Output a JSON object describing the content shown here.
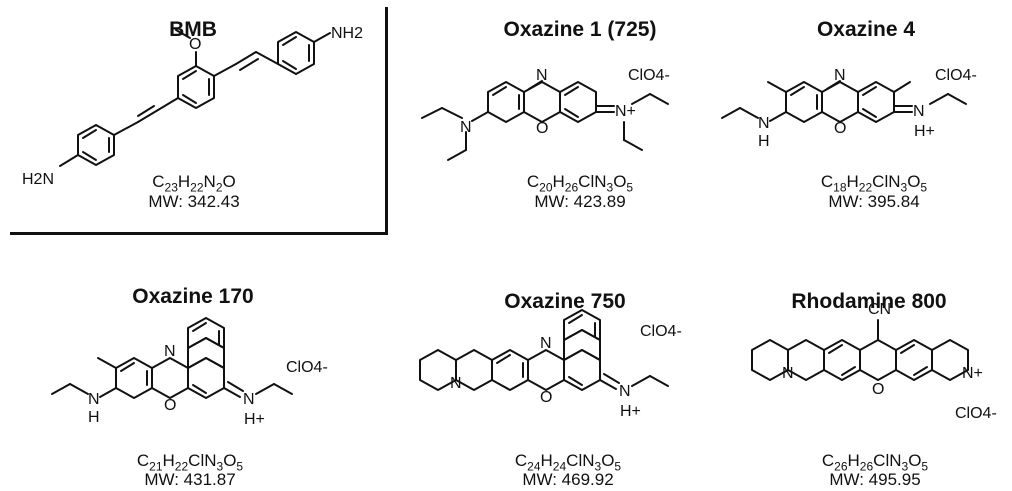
{
  "compounds": [
    {
      "name": "BMB",
      "formula": [
        "C",
        "23",
        "H",
        "22",
        "N",
        "2",
        "O"
      ],
      "mw": "MW: 342.43"
    },
    {
      "name": "Oxazine 1 (725)",
      "formula": [
        "C",
        "20",
        "H",
        "26",
        "ClN",
        "3",
        "O",
        "5"
      ],
      "mw": "MW: 423.89"
    },
    {
      "name": "Oxazine 4",
      "formula": [
        "C",
        "18",
        "H",
        "22",
        "ClN",
        "3",
        "O",
        "5"
      ],
      "mw": "MW: 395.84"
    },
    {
      "name": "Oxazine 170",
      "formula": [
        "C",
        "21",
        "H",
        "22",
        "ClN",
        "3",
        "O",
        "5"
      ],
      "mw": "MW: 431.87"
    },
    {
      "name": "Oxazine 750",
      "formula": [
        "C",
        "24",
        "H",
        "24",
        "ClN",
        "3",
        "O",
        "5"
      ],
      "mw": "MW: 469.92"
    },
    {
      "name": "Rhodamine 800",
      "formula": [
        "C",
        "26",
        "H",
        "26",
        "ClN",
        "3",
        "O",
        "5"
      ],
      "mw": "MW: 495.95"
    }
  ],
  "atom_labels": {
    "nh2": "NH2",
    "h2n": "H2N",
    "o": "O",
    "n": "N",
    "nplus": "N+",
    "hplus": "H+",
    "nh": "N",
    "h": "H",
    "clo4": "ClO4-",
    "cn": "CN"
  }
}
